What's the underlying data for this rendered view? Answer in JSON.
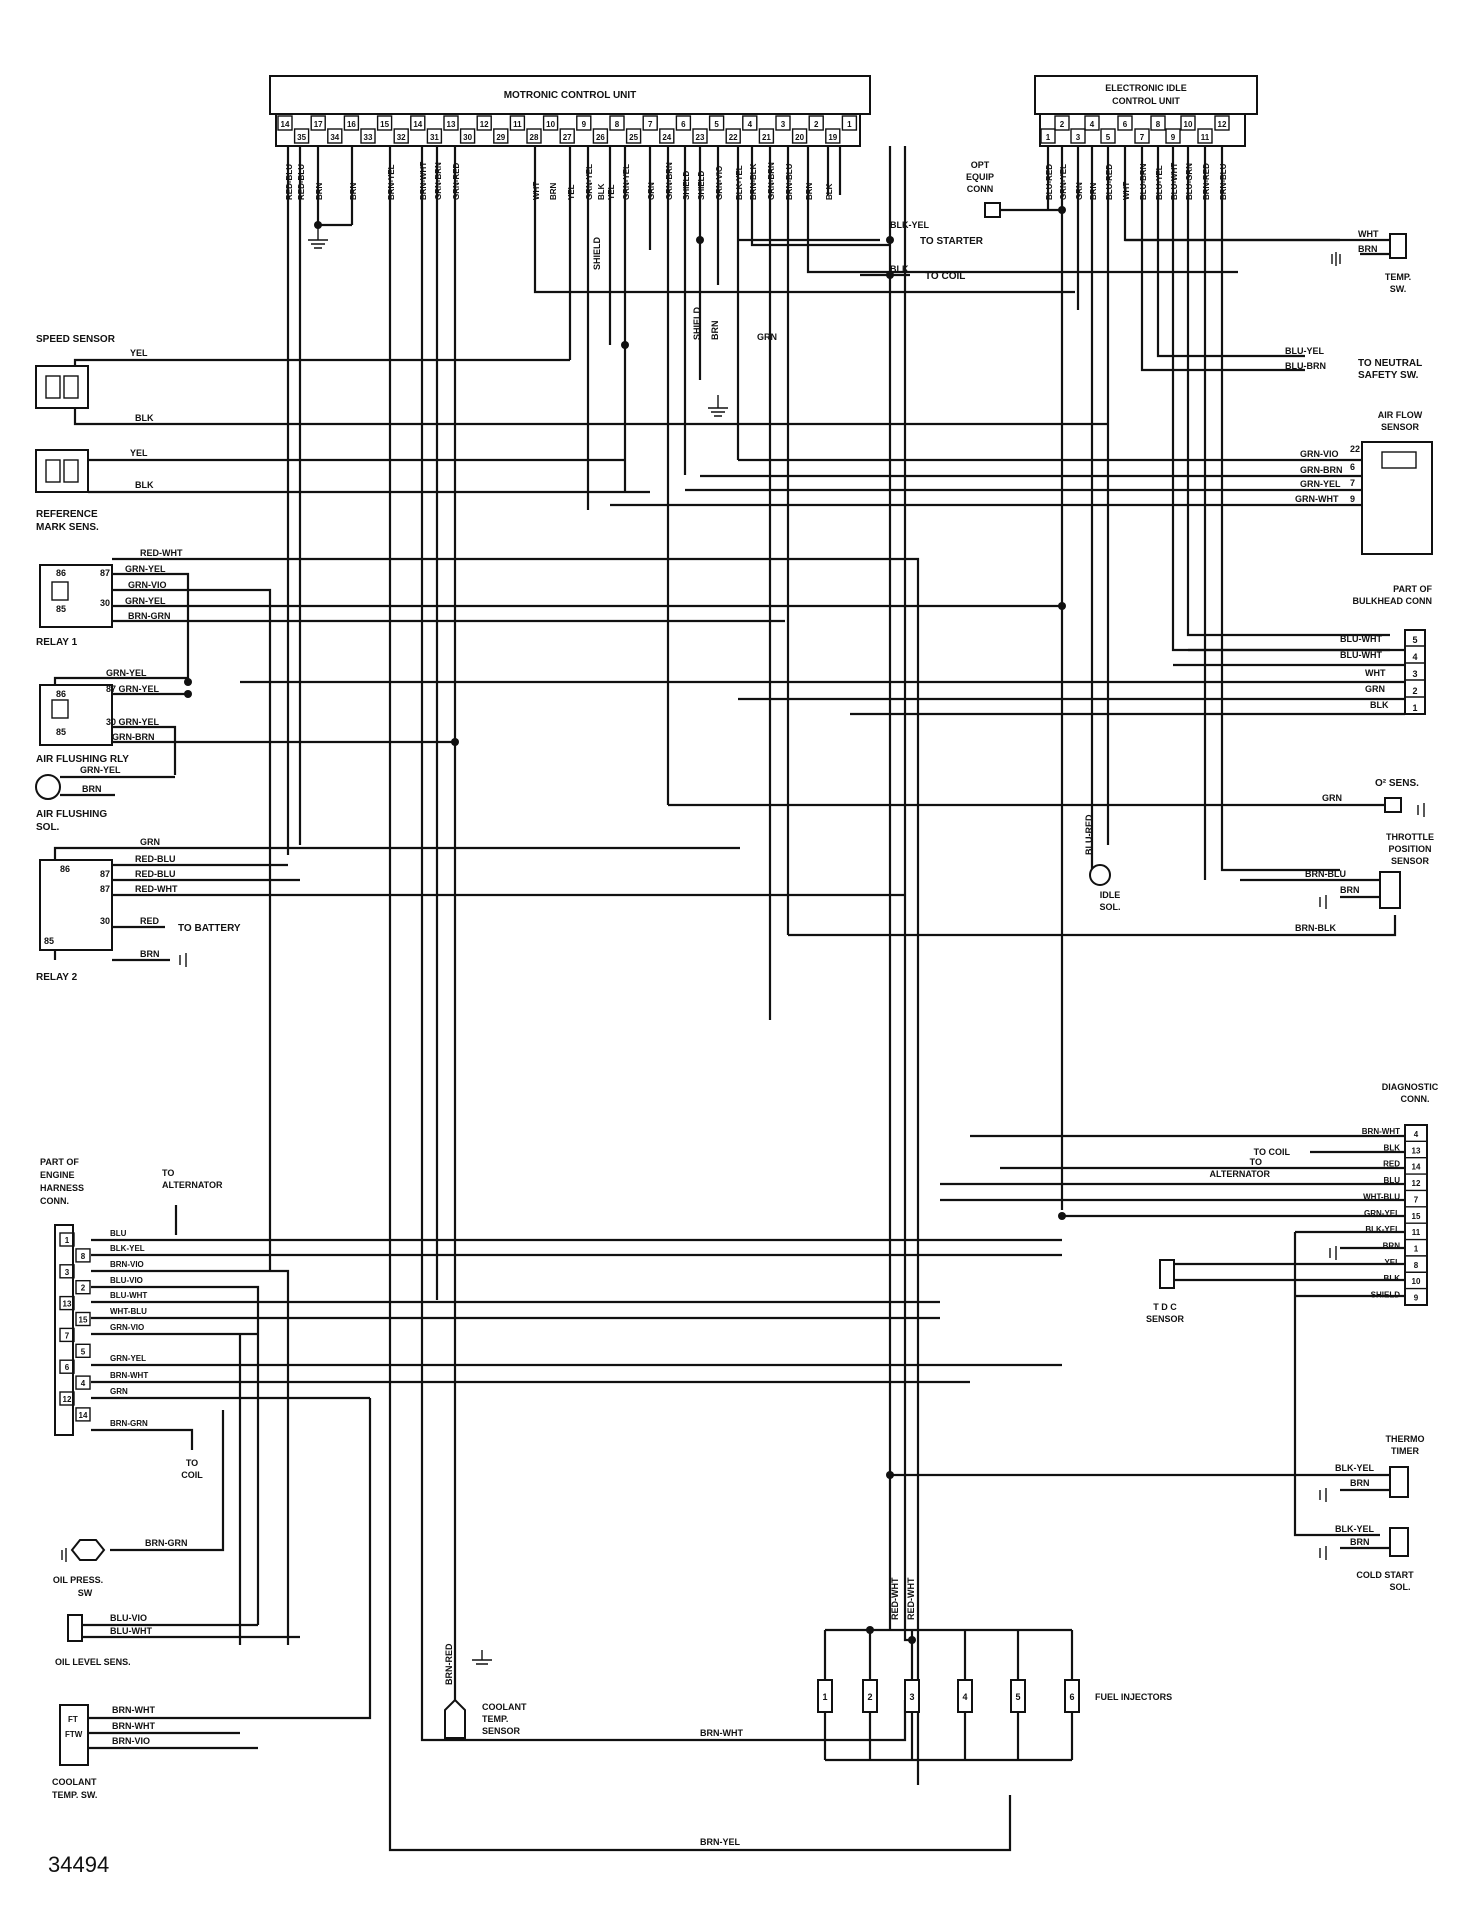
{
  "figure_number": "34494",
  "ecu": {
    "title": "MOTRONIC CONTROL UNIT",
    "pins": [
      "14",
      "35",
      "17",
      "34",
      "16",
      "33",
      "15",
      "32",
      "14",
      "31",
      "13",
      "30",
      "12",
      "29",
      "11",
      "28",
      "10",
      "27",
      "9",
      "26",
      "8",
      "25",
      "7",
      "24",
      "6",
      "23",
      "5",
      "22",
      "4",
      "21",
      "3",
      "20",
      "2",
      "19",
      "1"
    ],
    "wires": [
      "RED-BLU",
      "RED-BLU",
      "BRN",
      "BRN",
      "BRN-YEL",
      "BRN-WHT",
      "GRN-BRN",
      "GRN-RED",
      "WHT",
      "BRN",
      "YEL",
      "GRN-YEL",
      "BLK",
      "YEL",
      "GRN-YEL",
      "GRN",
      "GRN-BRN",
      "SHIELD",
      "SHIELD",
      "GRN-VIO",
      "BLK-YEL",
      "BRN-BLK",
      "GRN-BRN",
      "BRN-BLU",
      "BRN",
      "BLK"
    ]
  },
  "idle_unit": {
    "title_line1": "ELECTRONIC IDLE",
    "title_line2": "CONTROL UNIT",
    "pins": [
      "1",
      "2",
      "3",
      "4",
      "5",
      "6",
      "7",
      "8",
      "9",
      "10",
      "11",
      "12"
    ],
    "wires": [
      "BLU-RED",
      "GRN-YEL",
      "GRN",
      "BRN",
      "BLU-RED",
      "WHT",
      "BLU-BRN",
      "BLU-YEL",
      "BLU-WHT",
      "BLU-GRN",
      "BRN-RED",
      "BRN-BLU"
    ]
  },
  "labels": {
    "opt_equip": [
      "OPT",
      "EQUIP",
      "CONN"
    ],
    "to_starter": "TO STARTER",
    "to_coil": "TO COIL",
    "blk_yel": "BLK-YEL",
    "blk": "BLK",
    "shield": "SHIELD",
    "grn": "GRN",
    "brn": "BRN",
    "temp_sw": [
      "TEMP.",
      "SW."
    ],
    "wht": "WHT",
    "speed_sensor": "SPEED SENSOR",
    "yel": "YEL",
    "ref_mark": [
      "REFERENCE",
      "MARK SENS."
    ],
    "neutral": [
      "TO NEUTRAL",
      "SAFETY SW."
    ],
    "blu_yel": "BLU-YEL",
    "blu_brn": "BLU-BRN",
    "air_flow": [
      "AIR FLOW",
      "SENSOR"
    ],
    "airflow_wires": [
      "GRN-VIO",
      "GRN-BRN",
      "GRN-YEL",
      "GRN-WHT"
    ],
    "airflow_pins": [
      "22",
      "6",
      "7",
      "9"
    ],
    "relay1": "RELAY 1",
    "relay1_wires": [
      "RED-WHT",
      "GRN-YEL",
      "GRN-VIO",
      "GRN-YEL",
      "BRN-GRN"
    ],
    "relay1_pins": [
      "86",
      "87",
      "85",
      "30"
    ],
    "bulkhead": [
      "PART OF",
      "BULKHEAD CONN"
    ],
    "bulkhead_wires": [
      "BLU-WHT",
      "BLU-WHT",
      "WHT",
      "GRN",
      "BLK"
    ],
    "bulkhead_pins": [
      "5",
      "4",
      "3",
      "2",
      "1"
    ],
    "air_flush_rly": "AIR FLUSHING RLY",
    "air_flush_rly_wires": [
      "GRN-YEL",
      "87 GRN-YEL",
      "30 GRN-YEL",
      "GRN-BRN"
    ],
    "air_flush_rly_pins": [
      "86",
      "85"
    ],
    "air_flush_sol": [
      "AIR FLUSHING",
      "SOL."
    ],
    "air_flush_sol_wires": [
      "GRN-YEL",
      "BRN"
    ],
    "o2": "O² SENS.",
    "relay2": "RELAY 2",
    "relay2_wires": [
      "GRN",
      "RED-BLU",
      "RED-BLU",
      "RED-WHT",
      "RED",
      "BRN"
    ],
    "relay2_pins": [
      "86",
      "87",
      "87",
      "30",
      "85"
    ],
    "to_battery": "TO BATTERY",
    "idle_sol": [
      "IDLE",
      "SOL."
    ],
    "blu_red": "BLU-RED",
    "tps": [
      "THROTTLE",
      "POSITION",
      "SENSOR"
    ],
    "tps_wires": [
      "BRN-BLU",
      "BRN",
      "BRN-BLK"
    ],
    "diag": [
      "DIAGNOSTIC",
      "CONN."
    ],
    "diag_wires": [
      "BRN-WHT",
      "BLK",
      "RED",
      "BLU",
      "WHT-BLU",
      "GRN-YEL",
      "BLK-YEL",
      "BRN",
      "YEL",
      "BLK",
      "SHIELD"
    ],
    "diag_pins": [
      "4",
      "13",
      "14",
      "12",
      "7",
      "15",
      "11",
      "1",
      "8",
      "10",
      "9"
    ],
    "to_coil_diag": "TO COIL",
    "to_alternator_diag": [
      "TO",
      "ALTERNATOR"
    ],
    "tdc": [
      "T D C",
      "SENSOR"
    ],
    "harness": [
      "PART OF",
      "ENGINE",
      "HARNESS",
      "CONN."
    ],
    "to_alternator": [
      "TO",
      "ALTERNATOR"
    ],
    "harness_wires": [
      "BLU",
      "BLK-YEL",
      "BRN-VIO",
      "BLU-VIO",
      "BLU-WHT",
      "WHT-BLU",
      "GRN-VIO",
      "GRN-YEL",
      "BRN-WHT",
      "GRN",
      "BRN-GRN"
    ],
    "harness_pins": [
      "1",
      "8",
      "3",
      "2",
      "13",
      "15",
      "7",
      "5",
      "6",
      "4",
      "12",
      "14"
    ],
    "to_coil_harness": [
      "TO",
      "COIL"
    ],
    "oil_press": [
      "OIL PRESS.",
      "SW"
    ],
    "oil_level": "OIL LEVEL SENS.",
    "oil_level_wires": [
      "BLU-VIO",
      "BLU-WHT"
    ],
    "brn_grn": "BRN-GRN",
    "coolant_sw": [
      "COOLANT",
      "TEMP. SW."
    ],
    "coolant_sw_wires": [
      "BRN-WHT",
      "BRN-WHT",
      "BRN-VIO"
    ],
    "coolant_sw_pins": [
      "FT",
      "FTW"
    ],
    "coolant_sensor": [
      "COOLANT",
      "TEMP.",
      "SENSOR"
    ],
    "brn_red": "BRN-RED",
    "brn_wht": "BRN-WHT",
    "brn_yel": "BRN-YEL",
    "red_wht": "RED-WHT",
    "thermo": [
      "THERMO",
      "TIMER"
    ],
    "cold_start": [
      "COLD START",
      "SOL."
    ],
    "fuel_injectors": "FUEL INJECTORS",
    "injectors": [
      "1",
      "2",
      "3",
      "4",
      "5",
      "6"
    ]
  }
}
